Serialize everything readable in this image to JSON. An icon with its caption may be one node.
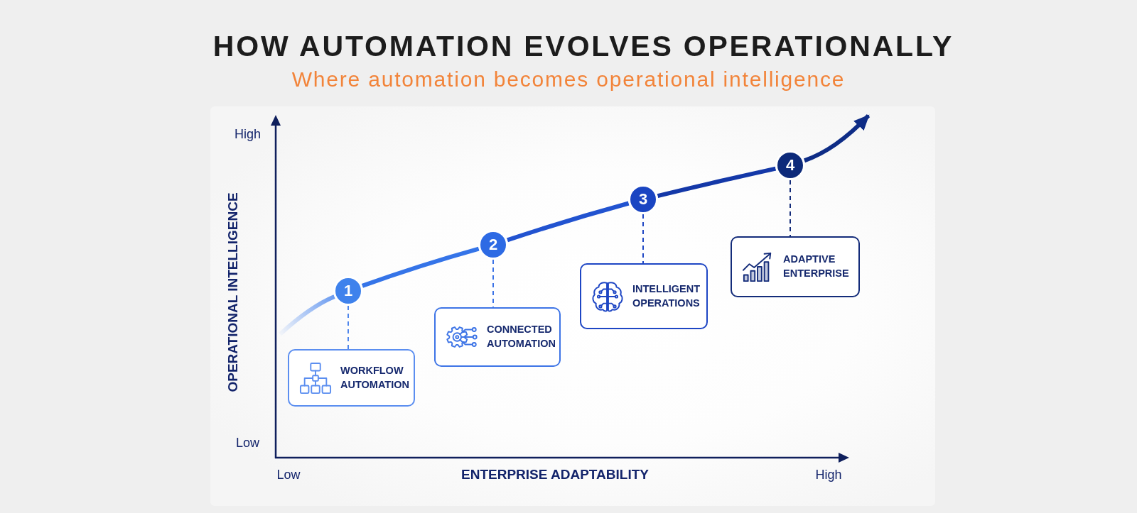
{
  "diagram": {
    "title": "HOW AUTOMATION EVOLVES OPERATIONALLY",
    "nodes": [
      {
        "text": [
          "1"
        ]
      },
      {
        "text": [
          "WORKFLOW AUTOMATION"
        ]
      },
      {
        "text": [
          "2"
        ]
      },
      {
        "text": [
          "CONNECTED AUTOMATION"
        ]
      },
      {
        "text": [
          "3"
        ]
      },
      {
        "text": [
          "INTELLIGENT OPERATIONS"
        ]
      },
      {
        "text": [
          "4"
        ]
      },
      {
        "text": [
          "ADAPTIVE ENTERPRISE"
        ]
      }
    ],
    "edges": [
      {
        "from": null,
        "to": 0,
        "arrow": "none",
        "style": "thick",
        "color": "#6a9bf0"
      },
      {
        "from": 0,
        "to": 2,
        "arrow": "none",
        "style": "thick",
        "color": "#3574e8"
      },
      {
        "from": 2,
        "to": 4,
        "arrow": "none",
        "style": "thick",
        "color": "#2253d0"
      },
      {
        "from": 4,
        "to": 6,
        "arrow": "none",
        "style": "thick",
        "color": "#1438a8"
      },
      {
        "from": 6,
        "to": null,
        "arrow": "to",
        "style": "thick",
        "color": "#0e2c86"
      },
      {
        "from": 0,
        "to": 1,
        "arrow": "none",
        "style": "dashed",
        "color": "#4f86ec"
      },
      {
        "from": 2,
        "to": 3,
        "arrow": "none",
        "style": "dashed",
        "color": "#3a72e6"
      },
      {
        "from": 4,
        "to": 5,
        "arrow": "none",
        "style": "dashed",
        "color": "#1e46c4"
      },
      {
        "from": 6,
        "to": 7,
        "arrow": "none",
        "style": "dashed",
        "color": "#142c7a"
      }
    ],
    "labels": [
      "Where automation becomes operational intelligence",
      "High",
      "OPERATIONAL INTELLIGENCE",
      "Low",
      "Low",
      "ENTERPRISE ADAPTABILITY",
      "High"
    ]
  }
}
